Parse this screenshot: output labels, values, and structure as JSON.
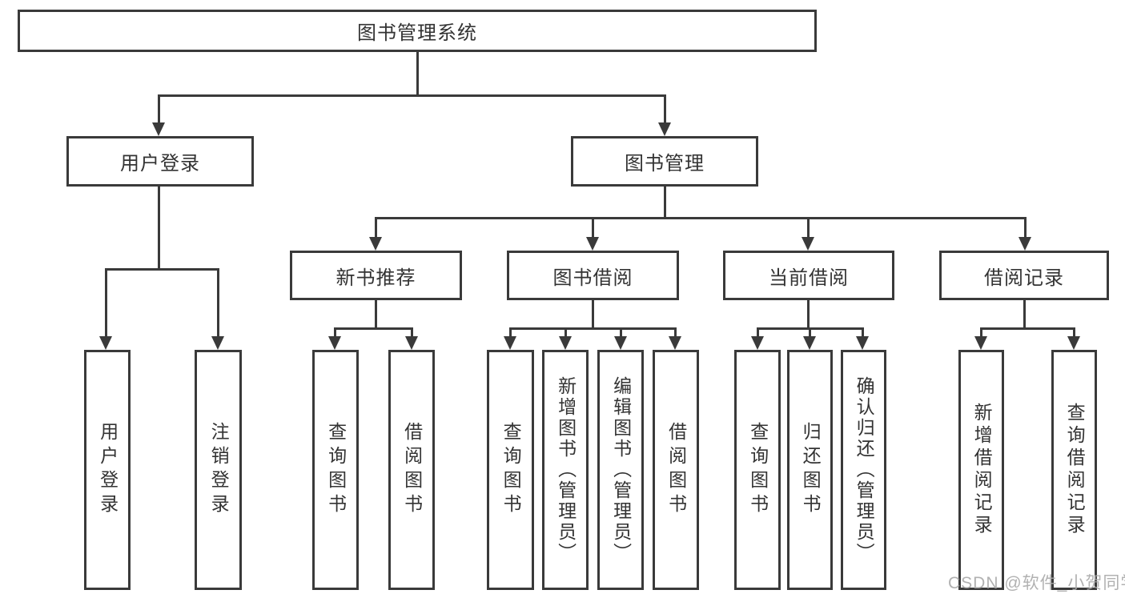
{
  "diagram_type": "hierarchy-tree",
  "tree": {
    "label": "图书管理系统",
    "children": [
      {
        "label": "用户登录",
        "children": [
          {
            "label": "用户登录"
          },
          {
            "label": "注销登录"
          }
        ]
      },
      {
        "label": "图书管理",
        "children": [
          {
            "label": "新书推荐",
            "children": [
              {
                "label": "查询图书"
              },
              {
                "label": "借阅图书"
              }
            ]
          },
          {
            "label": "图书借阅",
            "children": [
              {
                "label": "查询图书"
              },
              {
                "label": "新增图书（管理员）"
              },
              {
                "label": "编辑图书（管理员）"
              },
              {
                "label": "借阅图书"
              }
            ]
          },
          {
            "label": "当前借阅",
            "children": [
              {
                "label": "查询图书"
              },
              {
                "label": "归还图书"
              },
              {
                "label": "确认归还（管理员）"
              }
            ]
          },
          {
            "label": "借阅记录",
            "children": [
              {
                "label": "新增借阅记录"
              },
              {
                "label": "查询借阅记录"
              }
            ]
          }
        ]
      }
    ]
  },
  "watermark": {
    "text": "CSDN @软件_小贺同学"
  },
  "colors": {
    "line": "#3a3a3a",
    "box_background": "#ffffff",
    "text": "#333333",
    "watermark": "#a8a8a8",
    "page_background": "#ffffff"
  }
}
